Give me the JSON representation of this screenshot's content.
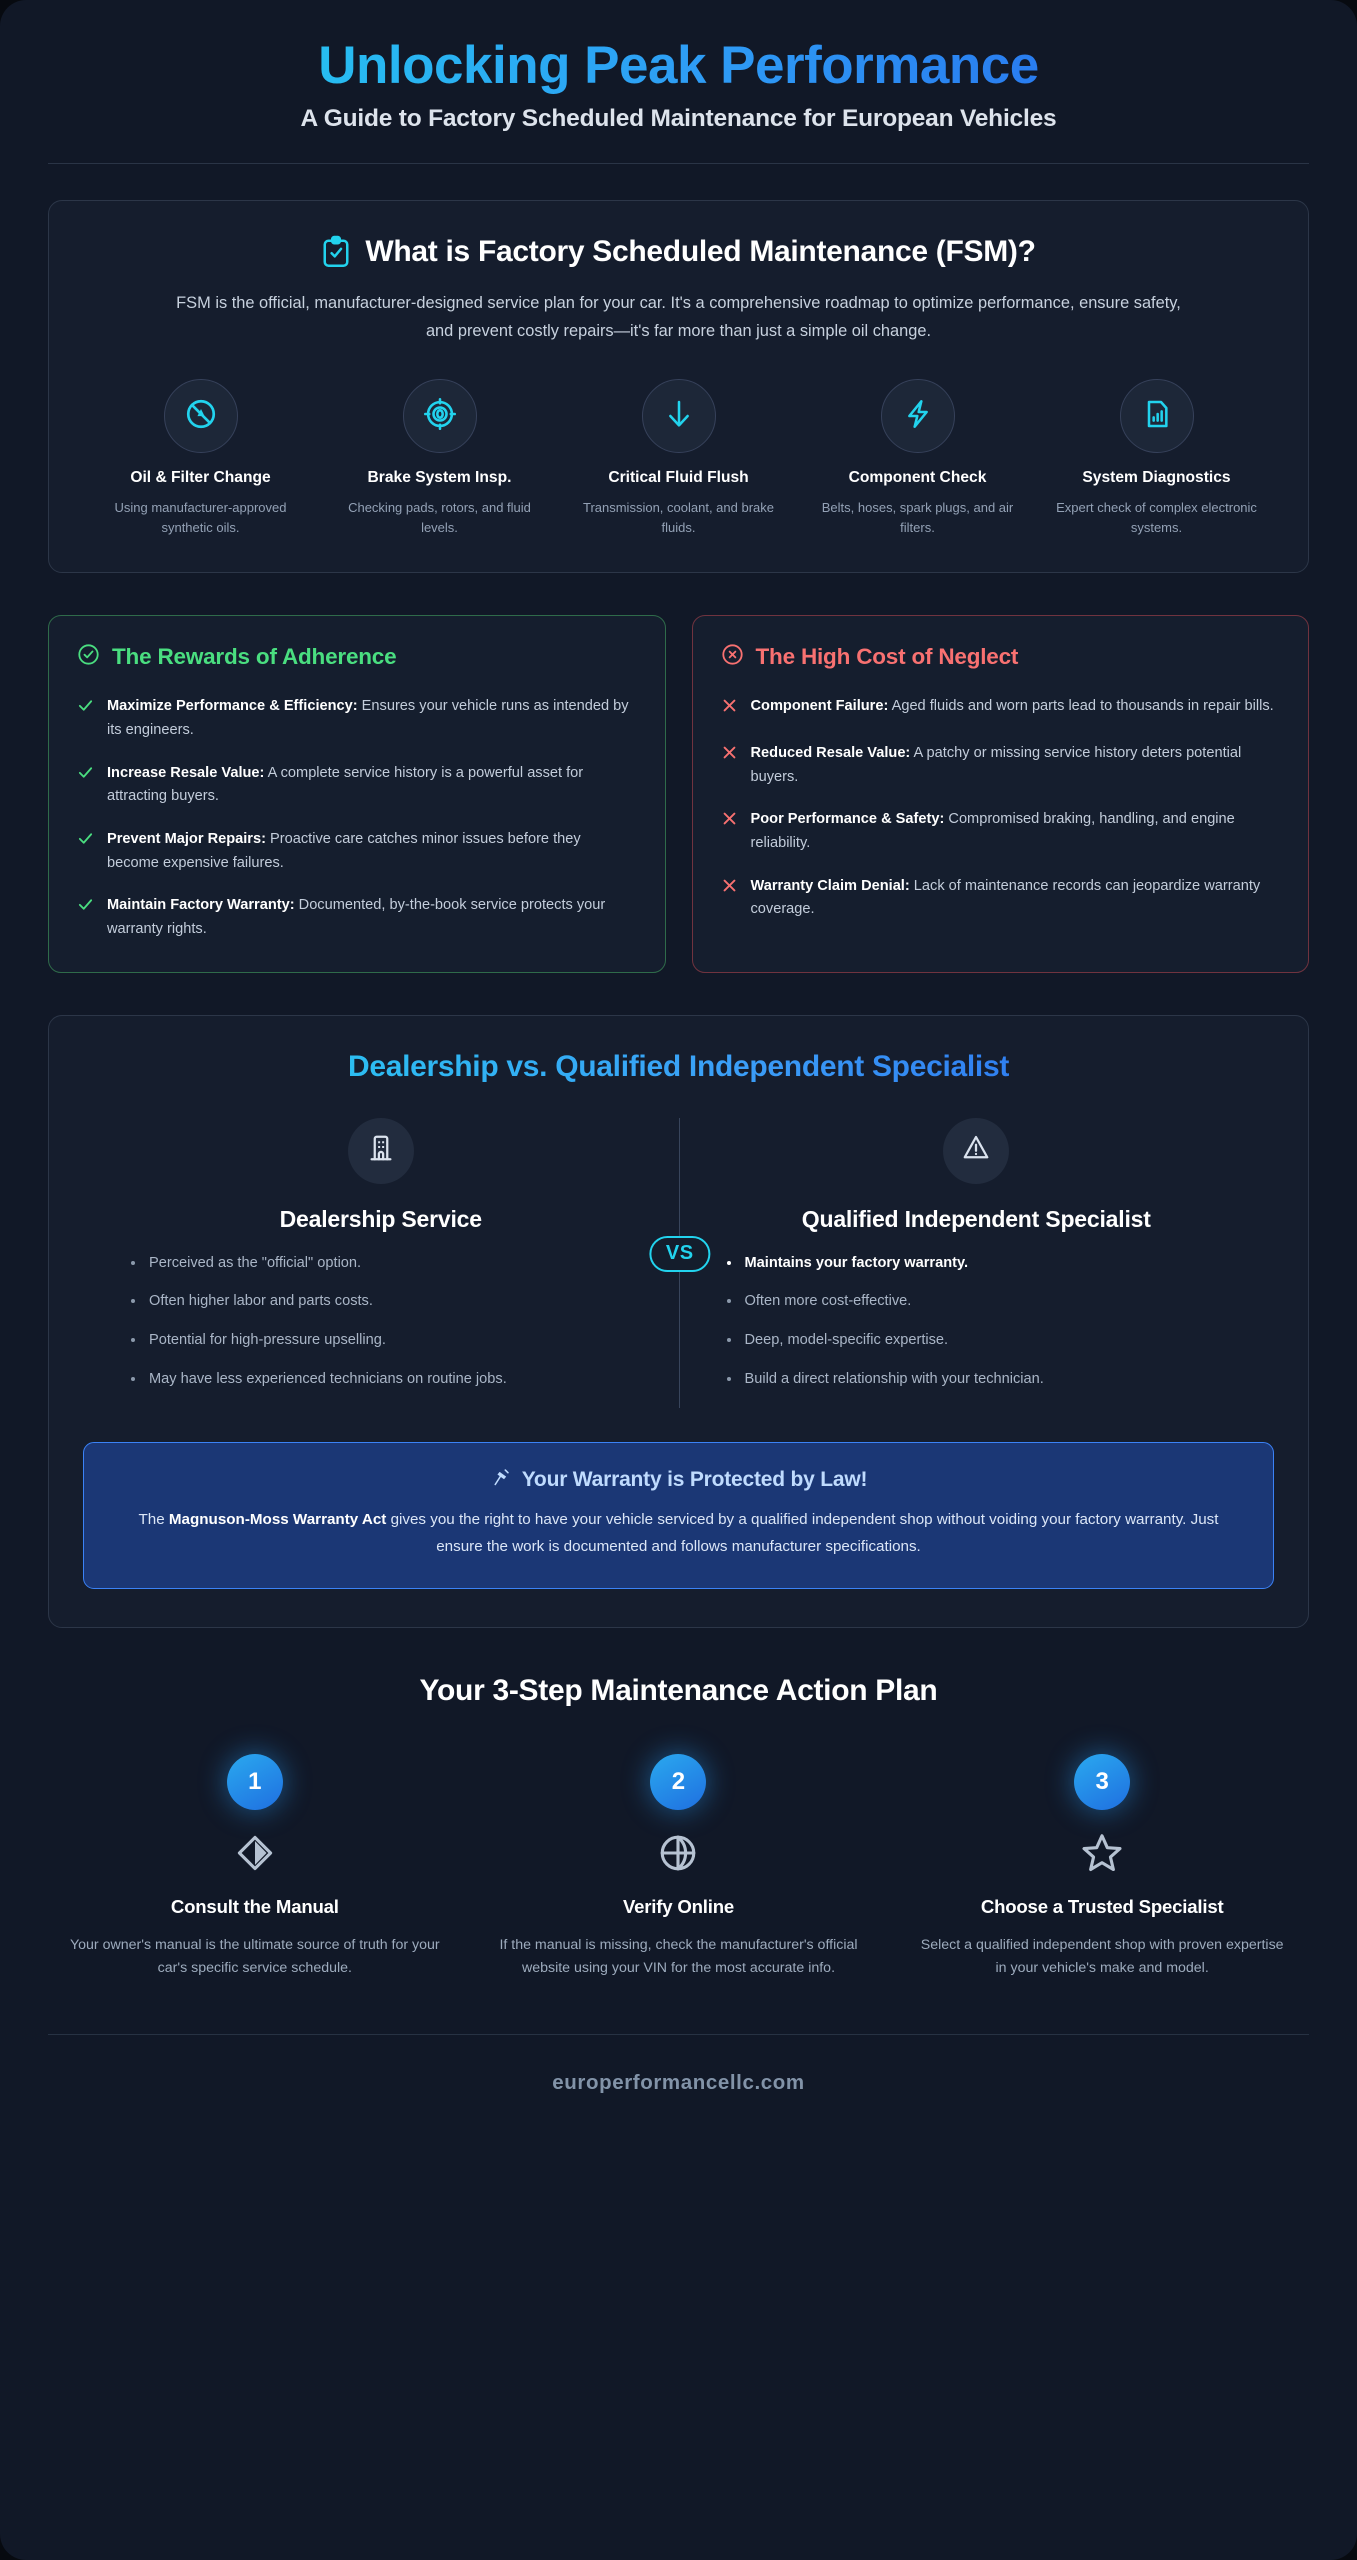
{
  "header": {
    "title": "Unlocking Peak Performance",
    "subtitle": "A Guide to Factory Scheduled Maintenance for European Vehicles"
  },
  "fsm": {
    "icon": "clipboard-check-icon",
    "heading": "What is Factory Scheduled Maintenance (FSM)?",
    "description": "FSM is the official, manufacturer-designed service plan for your car. It's a comprehensive roadmap to optimize performance, ensure safety, and prevent costly repairs—it's far more than just a simple oil change.",
    "items": [
      {
        "icon": "oil-can-icon",
        "title": "Oil & Filter Change",
        "desc": "Using manufacturer-approved synthetic oils."
      },
      {
        "icon": "brake-disc-icon",
        "title": "Brake System Insp.",
        "desc": "Checking pads, rotors, and fluid levels."
      },
      {
        "icon": "arrow-down-icon",
        "title": "Critical Fluid Flush",
        "desc": "Transmission, coolant, and brake fluids."
      },
      {
        "icon": "lightning-bolt-icon",
        "title": "Component Check",
        "desc": "Belts, hoses, spark plugs, and air filters."
      },
      {
        "icon": "file-chart-icon",
        "title": "System Diagnostics",
        "desc": "Expert check of complex electronic systems."
      }
    ]
  },
  "rewards": {
    "icon": "check-circle-icon",
    "title": "The Rewards of Adherence",
    "accent": "#4ade80",
    "items": [
      {
        "label": "Maximize Performance & Efficiency:",
        "text": " Ensures your vehicle runs as intended by its engineers."
      },
      {
        "label": "Increase Resale Value:",
        "text": " A complete service history is a powerful asset for attracting buyers."
      },
      {
        "label": "Prevent Major Repairs:",
        "text": " Proactive care catches minor issues before they become expensive failures."
      },
      {
        "label": "Maintain Factory Warranty:",
        "text": " Documented, by-the-book service protects your warranty rights."
      }
    ]
  },
  "neglect": {
    "icon": "x-circle-icon",
    "title": "The High Cost of Neglect",
    "accent": "#f87171",
    "items": [
      {
        "label": "Component Failure:",
        "text": " Aged fluids and worn parts lead to thousands in repair bills."
      },
      {
        "label": "Reduced Resale Value:",
        "text": " A patchy or missing service history deters potential buyers."
      },
      {
        "label": "Poor Performance & Safety:",
        "text": " Compromised braking, handling, and engine reliability."
      },
      {
        "label": "Warranty Claim Denial:",
        "text": " Lack of maintenance records can jeopardize warranty coverage."
      }
    ]
  },
  "versus": {
    "title": "Dealership vs. Qualified Independent Specialist",
    "badge": "VS",
    "left": {
      "icon": "building-icon",
      "title": "Dealership Service",
      "items": [
        {
          "text": "Perceived as the \"official\" option.",
          "strong": false
        },
        {
          "text": "Often higher labor and parts costs.",
          "strong": false
        },
        {
          "text": "Potential for high-pressure upselling.",
          "strong": false
        },
        {
          "text": "May have less experienced technicians on routine jobs.",
          "strong": false
        }
      ]
    },
    "right": {
      "icon": "warning-triangle-icon",
      "title": "Qualified Independent Specialist",
      "items": [
        {
          "text": "Maintains your factory warranty.",
          "strong": true
        },
        {
          "text": "Often more cost-effective.",
          "strong": false
        },
        {
          "text": "Deep, model-specific expertise.",
          "strong": false
        },
        {
          "text": "Build a direct relationship with your technician.",
          "strong": false
        }
      ]
    },
    "law": {
      "icon": "gavel-icon",
      "heading": "Your Warranty is Protected by Law!",
      "text_before": "The ",
      "act": "Magnuson-Moss Warranty Act",
      "text_after": " gives you the right to have your vehicle serviced by a qualified independent shop without voiding your factory warranty. Just ensure the work is documented and follows manufacturer specifications."
    }
  },
  "plan": {
    "title": "Your 3-Step Maintenance Action Plan",
    "steps": [
      {
        "number": "1",
        "icon": "book-diamond-icon",
        "title": "Consult the Manual",
        "desc": "Your owner's manual is the ultimate source of truth for your car's specific service schedule."
      },
      {
        "number": "2",
        "icon": "globe-icon",
        "title": "Verify Online",
        "desc": "If the manual is missing, check the manufacturer's official website using your VIN for the most accurate info."
      },
      {
        "number": "3",
        "icon": "star-icon",
        "title": "Choose a Trusted Specialist",
        "desc": "Select a qualified independent shop with proven expertise in your vehicle's make and model."
      }
    ]
  },
  "footer": {
    "website": "europerformancellc.com"
  }
}
